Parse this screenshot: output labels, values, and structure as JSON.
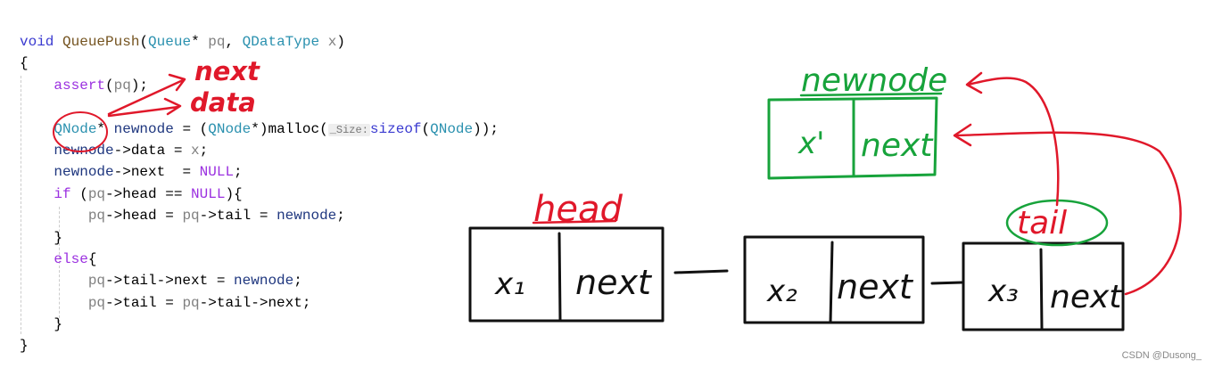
{
  "code": [
    [
      [
        "void",
        "kw"
      ],
      [
        " ",
        "pl"
      ],
      [
        "QueuePush",
        "fn"
      ],
      [
        "(",
        "pl"
      ],
      [
        "Queue",
        "ty"
      ],
      [
        "* ",
        "pl"
      ],
      [
        "pq",
        "pa"
      ],
      [
        ", ",
        "pl"
      ],
      [
        "QDataType",
        "ty"
      ],
      [
        " ",
        "pl"
      ],
      [
        "x",
        "pa"
      ],
      [
        ")",
        "pl"
      ]
    ],
    [
      [
        "{",
        "pl"
      ]
    ],
    [
      [
        "    ",
        "pl"
      ],
      [
        "assert",
        "ma"
      ],
      [
        "(",
        "pl"
      ],
      [
        "pq",
        "pa"
      ],
      [
        ");",
        "pl"
      ]
    ],
    [],
    [
      [
        "    ",
        "pl"
      ],
      [
        "QNode",
        "ty"
      ],
      [
        "* ",
        "pl"
      ],
      [
        "newnode",
        "lv"
      ],
      [
        " = (",
        "pl"
      ],
      [
        "QNode",
        "ty"
      ],
      [
        "*)malloc(",
        "pl"
      ],
      [
        "_Size:",
        "hint"
      ],
      [
        "sizeof",
        "kw"
      ],
      [
        "(",
        "pl"
      ],
      [
        "QNode",
        "ty"
      ],
      [
        "));",
        "pl"
      ]
    ],
    [
      [
        "    ",
        "pl"
      ],
      [
        "newnode",
        "lv"
      ],
      [
        "->data = ",
        "pl"
      ],
      [
        "x",
        "pa"
      ],
      [
        ";",
        "pl"
      ]
    ],
    [
      [
        "    ",
        "pl"
      ],
      [
        "newnode",
        "lv"
      ],
      [
        "->next  = ",
        "pl"
      ],
      [
        "NULL",
        "ma"
      ],
      [
        ";",
        "pl"
      ]
    ],
    [
      [
        "    ",
        "pl"
      ],
      [
        "if",
        "ma"
      ],
      [
        " (",
        "pl"
      ],
      [
        "pq",
        "pa"
      ],
      [
        "->head == ",
        "pl"
      ],
      [
        "NULL",
        "ma"
      ],
      [
        "){",
        "pl"
      ]
    ],
    [
      [
        "        ",
        "pl"
      ],
      [
        "pq",
        "pa"
      ],
      [
        "->head = ",
        "pl"
      ],
      [
        "pq",
        "pa"
      ],
      [
        "->tail = ",
        "pl"
      ],
      [
        "newnode",
        "lv"
      ],
      [
        ";",
        "pl"
      ]
    ],
    [
      [
        "    }",
        "pl"
      ]
    ],
    [
      [
        "    ",
        "pl"
      ],
      [
        "else",
        "ma"
      ],
      [
        "{",
        "pl"
      ]
    ],
    [
      [
        "        ",
        "pl"
      ],
      [
        "pq",
        "pa"
      ],
      [
        "->tail->next = ",
        "pl"
      ],
      [
        "newnode",
        "lv"
      ],
      [
        ";",
        "pl"
      ]
    ],
    [
      [
        "        ",
        "pl"
      ],
      [
        "pq",
        "pa"
      ],
      [
        "->tail = ",
        "pl"
      ],
      [
        "pq",
        "pa"
      ],
      [
        "->tail->next;",
        "pl"
      ]
    ],
    [
      [
        "    }",
        "pl"
      ]
    ],
    [
      [
        "}",
        "pl"
      ]
    ]
  ],
  "annotations": {
    "arrow_next": "next",
    "arrow_data": "data",
    "head_label": "head",
    "tail_label": "tail",
    "newnode_label": "newnode"
  },
  "nodes": [
    {
      "value": "x₁",
      "next": "next"
    },
    {
      "value": "x₂",
      "next": "next"
    },
    {
      "value": "x₃",
      "next": "next"
    }
  ],
  "newnode": {
    "value": "x'",
    "next": "next"
  },
  "colors": {
    "red": "#e0182a",
    "green": "#17a33b",
    "black": "#111111"
  },
  "watermark": "CSDN @Dusong_"
}
